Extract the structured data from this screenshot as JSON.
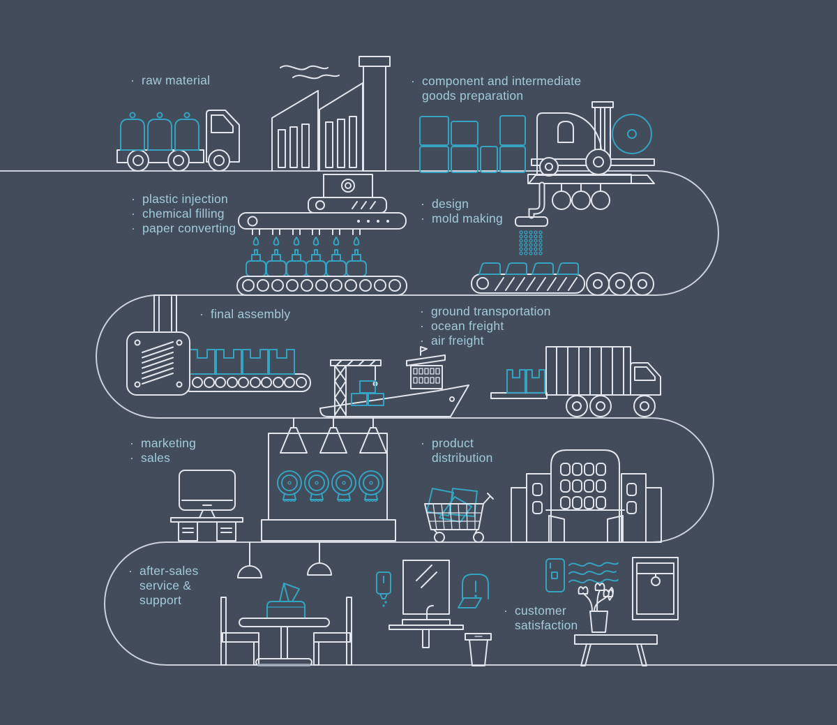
{
  "title": "manufacturing and product lifecycle process illustration",
  "bullet": "·",
  "colors": {
    "background": "#434C5A",
    "line": "#E3E7ED",
    "rail": "#CBD2DC",
    "accent": "#35A4C2",
    "text": "#A3CBDA"
  },
  "labels": {
    "raw_material": {
      "lines": [
        "raw material"
      ]
    },
    "component_goods": {
      "lines": [
        "component and intermediate",
        "goods preparation"
      ]
    },
    "processing": {
      "lines": [
        "plastic injection",
        "chemical filling",
        "paper converting"
      ]
    },
    "design": {
      "lines": [
        "design",
        "mold making"
      ]
    },
    "final_assembly": {
      "lines": [
        "final assembly"
      ]
    },
    "transport": {
      "lines": [
        "ground transportation",
        "ocean freight",
        "air freight"
      ]
    },
    "marketing": {
      "lines": [
        "marketing",
        "sales"
      ]
    },
    "distribution": {
      "lines": [
        "product",
        "distribution"
      ]
    },
    "after_sales": {
      "lines": [
        "after-sales",
        "service &",
        "support"
      ]
    },
    "customer": {
      "lines": [
        "customer",
        "satisfaction"
      ]
    }
  },
  "icons": [
    "raw-material-truck",
    "factory",
    "crates-stack",
    "forklift-with-reel",
    "shower-machine",
    "filling-machine",
    "bottle-conveyor",
    "mold-conveyor",
    "stamping-press",
    "assembly-conveyor",
    "crane",
    "cargo-ship",
    "delivery-truck",
    "office-desk-monitor",
    "product-display-wall",
    "shopping-cart",
    "shopping-mall",
    "pendant-lamps",
    "dining-table-chairs",
    "tissue-box",
    "soap-dispenser",
    "mirror-sink",
    "paper-towel-dispenser",
    "trash-bin",
    "air-freshener",
    "flower-vase-bench",
    "picture-frame"
  ]
}
